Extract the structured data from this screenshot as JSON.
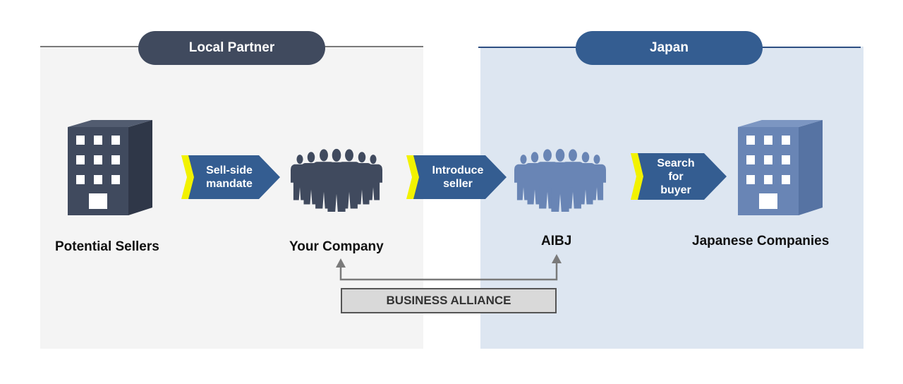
{
  "sections": {
    "left_title": "Local Partner",
    "right_title": "Japan"
  },
  "nodes": {
    "potential_sellers": "Potential Sellers",
    "your_company": "Your Company",
    "aibj": "AIBJ",
    "japanese_companies": "Japanese Companies"
  },
  "arrows": {
    "sell_side_line1": "Sell-side",
    "sell_side_line2": "mandate",
    "introduce_line1": "Introduce",
    "introduce_line2": "seller",
    "search_line1": "Search",
    "search_line2": "for",
    "search_line3": "buyer"
  },
  "alliance": {
    "label": "BUSINESS ALLIANCE"
  },
  "colors": {
    "dark_slate": "#404a5e",
    "navy": "#345d91",
    "light_blue": "#6985b5",
    "yellow_accent": "#f2f200",
    "left_panel": "#f4f4f4",
    "right_panel": "#dde6f1"
  },
  "icons": {
    "seller_building": "building-icon",
    "your_company_people": "people-group-icon",
    "aibj_people": "people-group-icon",
    "japan_building": "building-icon"
  }
}
